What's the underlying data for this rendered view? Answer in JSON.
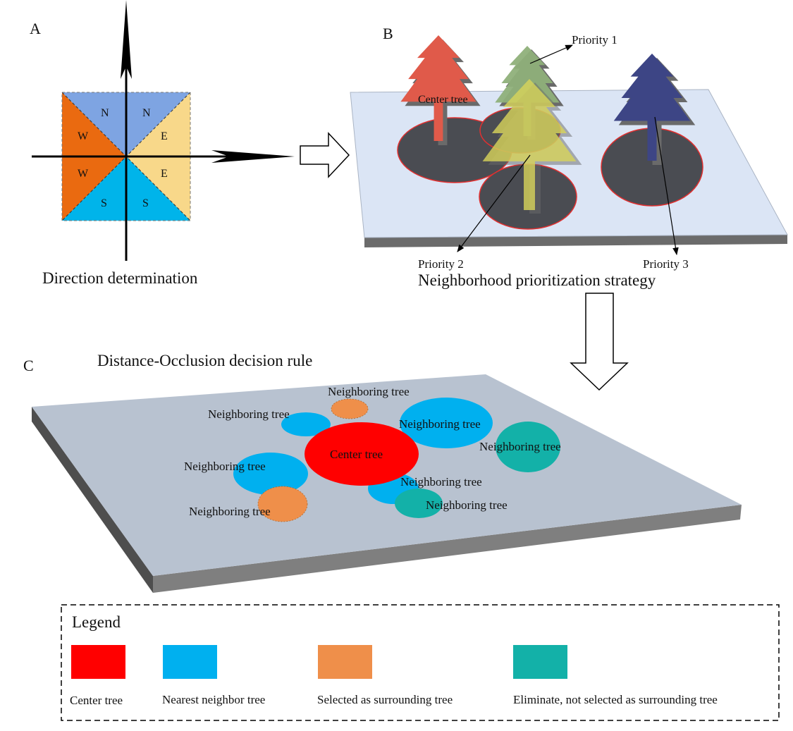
{
  "panel_a": {
    "letter": "A",
    "quadrants": {
      "n_left": "N",
      "n_right": "N",
      "w_top": "W",
      "w_bottom": "W",
      "e_top": "E",
      "e_bottom": "E",
      "s_left": "S",
      "s_right": "S"
    },
    "caption": "Direction determination"
  },
  "panel_b": {
    "letter": "B",
    "center_tree_label": "Center tree",
    "priority1": "Priority 1",
    "priority2": "Priority 2",
    "priority3": "Priority 3",
    "caption": "Neighborhood prioritization strategy"
  },
  "panel_c": {
    "letter": "C",
    "title": "Distance-Occlusion decision rule",
    "center_tree_label": "Center tree",
    "neighbor_labels": [
      "Neighboring tree",
      "Neighboring tree",
      "Neighboring tree",
      "Neighboring tree",
      "Neighboring tree",
      "Neighboring tree",
      "Neighboring tree",
      "Neighboring tree"
    ]
  },
  "legend": {
    "title": "Legend",
    "items": [
      {
        "label": "Center tree",
        "color": "#ff0000"
      },
      {
        "label": "Nearest neighbor tree",
        "color": "#00b0ef"
      },
      {
        "label": "Selected as surrounding tree",
        "color": "#ef8f4a"
      },
      {
        "label": "Eliminate, not selected as surrounding tree",
        "color": "#13b1a8"
      }
    ]
  },
  "colors": {
    "north": "#7ea4e2",
    "south": "#00b4ea",
    "west": "#ea6a10",
    "east": "#f8d88a",
    "plate_b": "#dbe5f5",
    "plate_c": "#b8c2d0",
    "shadow": "#4a4c52",
    "tree_red": "#e05a4a",
    "tree_green": "#8fb07a",
    "tree_yellow": "#d8d55a",
    "tree_navy": "#3d4585"
  }
}
